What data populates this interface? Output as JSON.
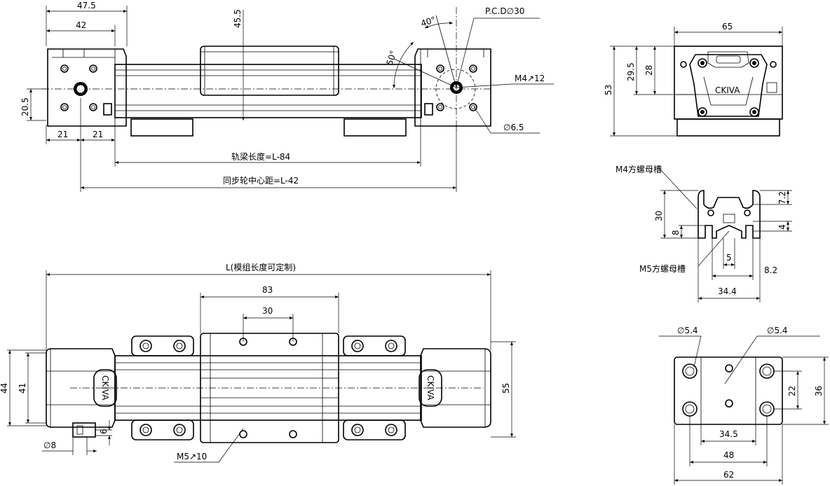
{
  "top_view": {
    "dim_47_5": "47.5",
    "dim_42": "42",
    "dim_45_5": "45.5",
    "dim_20_5": "20.5",
    "dim_21_a": "21",
    "dim_21_b": "21",
    "pcd": "P.C.D∅30",
    "angle_40": "40°",
    "angle_50": "50°",
    "m4_depth": "M4↗12",
    "dia_6_5": "∅6.5",
    "rail_length": "轨梁长度=L-84",
    "pulley_center": "同步轮中心距=L-42"
  },
  "right_top_view": {
    "dim_65": "65",
    "dim_29_5": "29.5",
    "dim_28": "28",
    "dim_53": "53",
    "logo_text": "CKIVA"
  },
  "profile_view": {
    "m4_slot": "M4方螺母槽",
    "m5_slot": "M5方螺母槽",
    "dim_30": "30",
    "dim_8": "8",
    "dim_7_2": "7.2",
    "dim_4": "4",
    "dim_5": "5",
    "dim_8_2": "8.2",
    "dim_34_4": "34.4"
  },
  "front_view": {
    "module_length": "L(模组长度可定制)",
    "dim_83": "83",
    "dim_30": "30",
    "dim_44": "44",
    "dim_41": "41",
    "dim_55": "55",
    "dim_6": "6",
    "dia_8": "∅8",
    "m5_depth": "M5↗10",
    "logo_left": "CKIVA",
    "logo_right": "CKIVA"
  },
  "bottom_right_view": {
    "dia_left": "∅5.4",
    "dia_right": "∅5.4",
    "dim_22": "22",
    "dim_36": "36",
    "dim_34_5": "34.5",
    "dim_48": "48",
    "dim_62": "62"
  }
}
